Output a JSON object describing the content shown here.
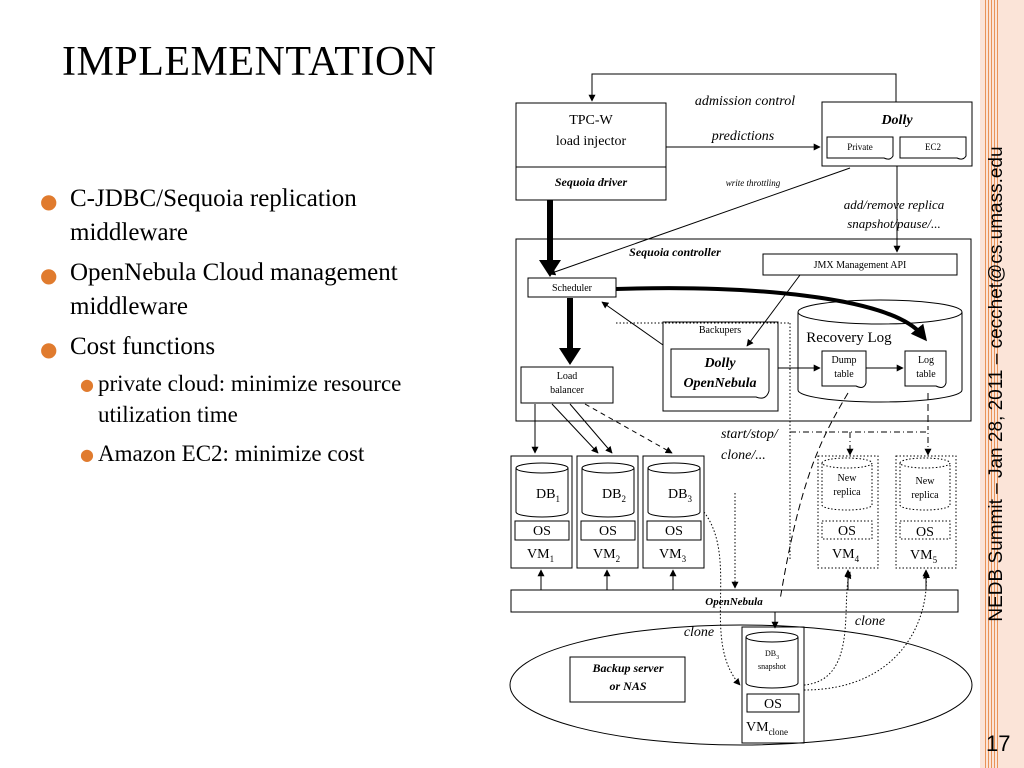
{
  "slide": {
    "title": "IMPLEMENTATION",
    "side_text": "NEDB Summit – Jan 28, 2011 – cecchet@cs.umass.edu",
    "page_number": "17",
    "bullets": [
      {
        "text": "C-JDBC/Sequoia replication middleware"
      },
      {
        "text": "OpenNebula Cloud management middleware"
      },
      {
        "text": "Cost functions",
        "sub": [
          {
            "text": "private cloud: minimize resource utilization time"
          },
          {
            "text": "Amazon EC2: minimize cost"
          }
        ]
      }
    ]
  },
  "diagram": {
    "tpcw_line1": "TPC-W",
    "tpcw_line2": "load injector",
    "sequoia_driver": "Sequoia driver",
    "admission_control": "admission control",
    "predictions": "predictions",
    "write_throttling": "write throttling",
    "dolly": "Dolly",
    "private": "Private",
    "ec2": "EC2",
    "add_remove_1": "add/remove replica",
    "add_remove_2": "snapshot/pause/...",
    "sequoia_controller": "Sequoia controller",
    "jmx_api": "JMX Management API",
    "scheduler": "Scheduler",
    "backupers": "Backupers",
    "dolly_on_1": "Dolly",
    "dolly_on_2": "OpenNebula",
    "recovery_log": "Recovery Log",
    "dump_1": "Dump",
    "dump_2": "table",
    "log_1": "Log",
    "log_2": "table",
    "lb_1": "Load",
    "lb_2": "balancer",
    "start_stop_1": "start/stop/",
    "start_stop_2": "clone/...",
    "db": "DB",
    "os": "OS",
    "vm": "VM",
    "sub1": "1",
    "sub2": "2",
    "sub3": "3",
    "sub4": "4",
    "sub5": "5",
    "new_replica_1": "New",
    "new_replica_2": "replica",
    "opennebula": "OpenNebula",
    "clone": "clone",
    "backup_1": "Backup server",
    "backup_2": "or NAS",
    "snapshot": "snapshot",
    "vm_clone_sub": "clone"
  },
  "colors": {
    "accent": "#e07b2e",
    "sidebar": "#fbe4d8",
    "stripes": "#e78a4a"
  }
}
